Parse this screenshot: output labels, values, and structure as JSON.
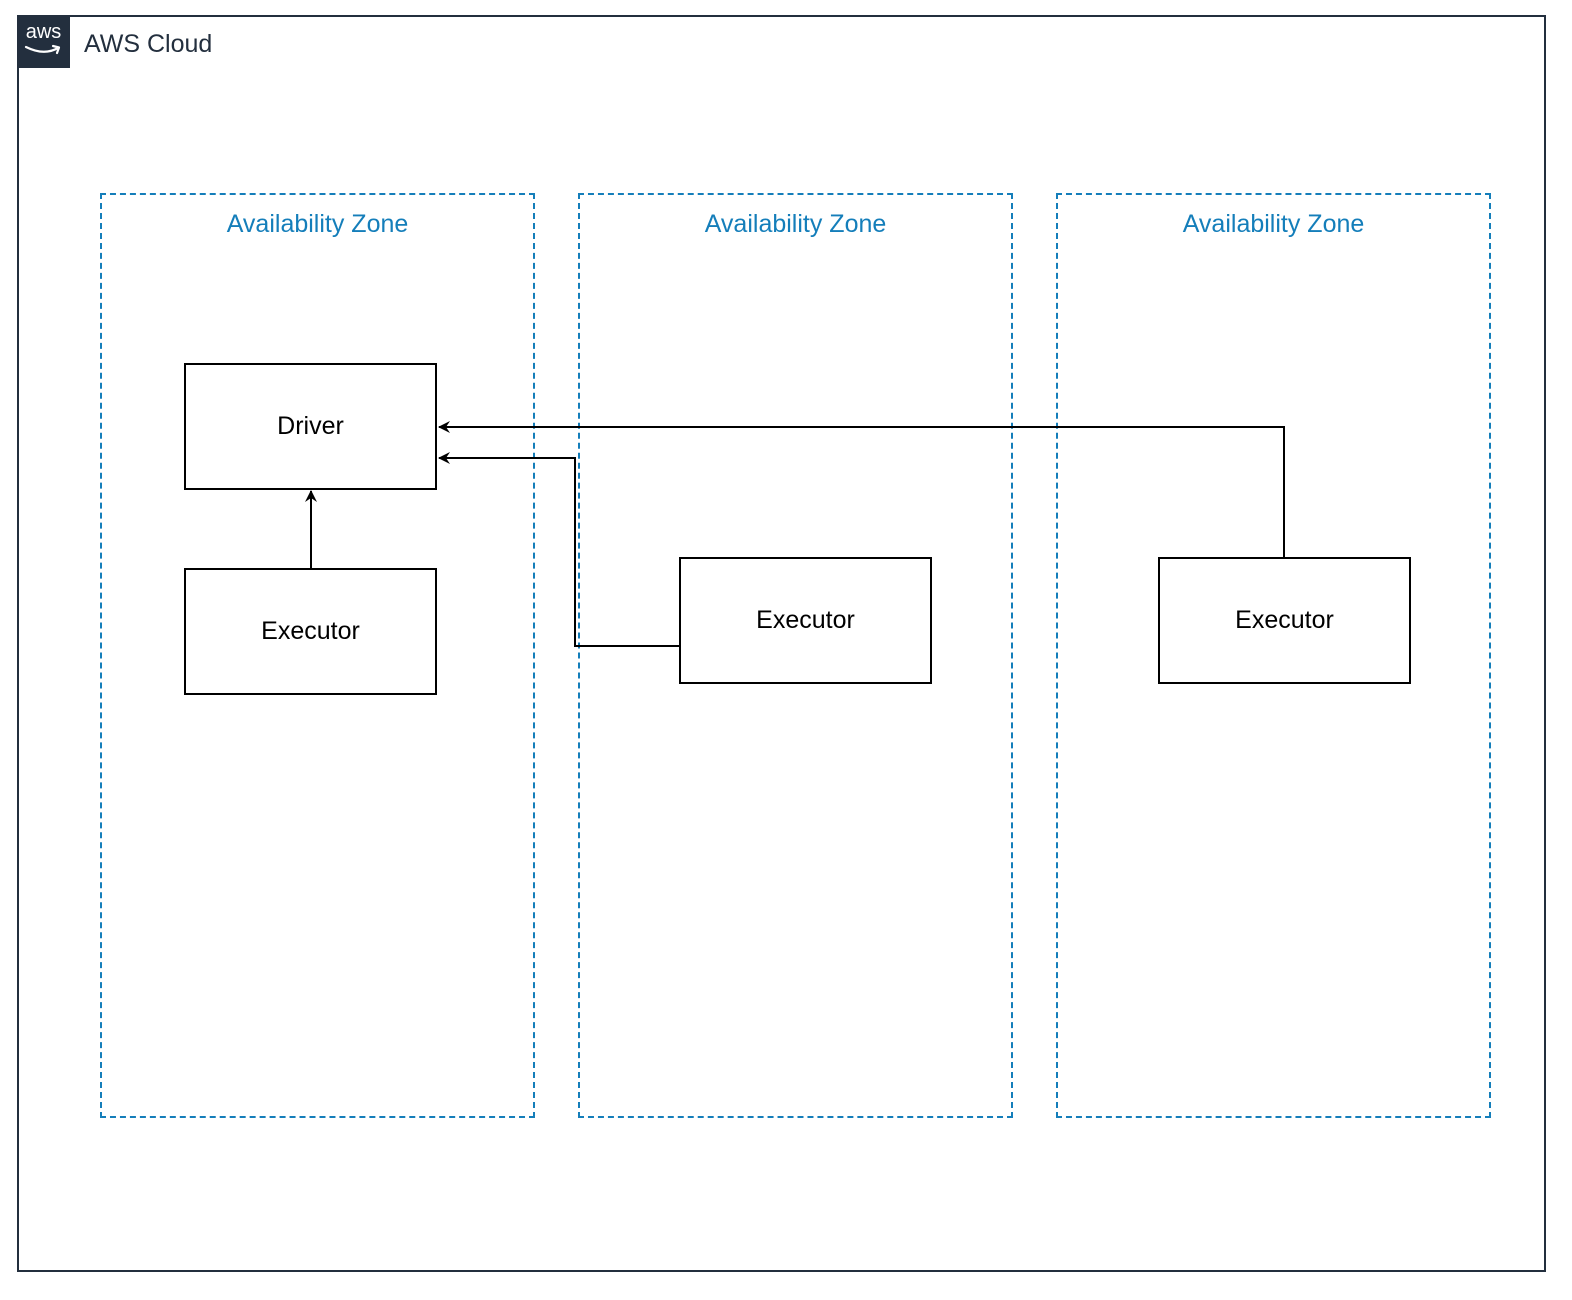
{
  "cloud": {
    "badge_text": "aws",
    "title": "AWS Cloud",
    "icon": "aws-logo-icon",
    "border_color": "#232f3e"
  },
  "zones": [
    {
      "label": "Availability Zone"
    },
    {
      "label": "Availability Zone"
    },
    {
      "label": "Availability Zone"
    }
  ],
  "zone_color": "#147eba",
  "nodes": {
    "driver": {
      "label": "Driver"
    },
    "executor_1": {
      "label": "Executor"
    },
    "executor_2": {
      "label": "Executor"
    },
    "executor_3": {
      "label": "Executor"
    }
  },
  "edges": [
    {
      "from": "executor_1",
      "to": "driver"
    },
    {
      "from": "executor_2",
      "to": "driver"
    },
    {
      "from": "executor_3",
      "to": "driver"
    }
  ]
}
